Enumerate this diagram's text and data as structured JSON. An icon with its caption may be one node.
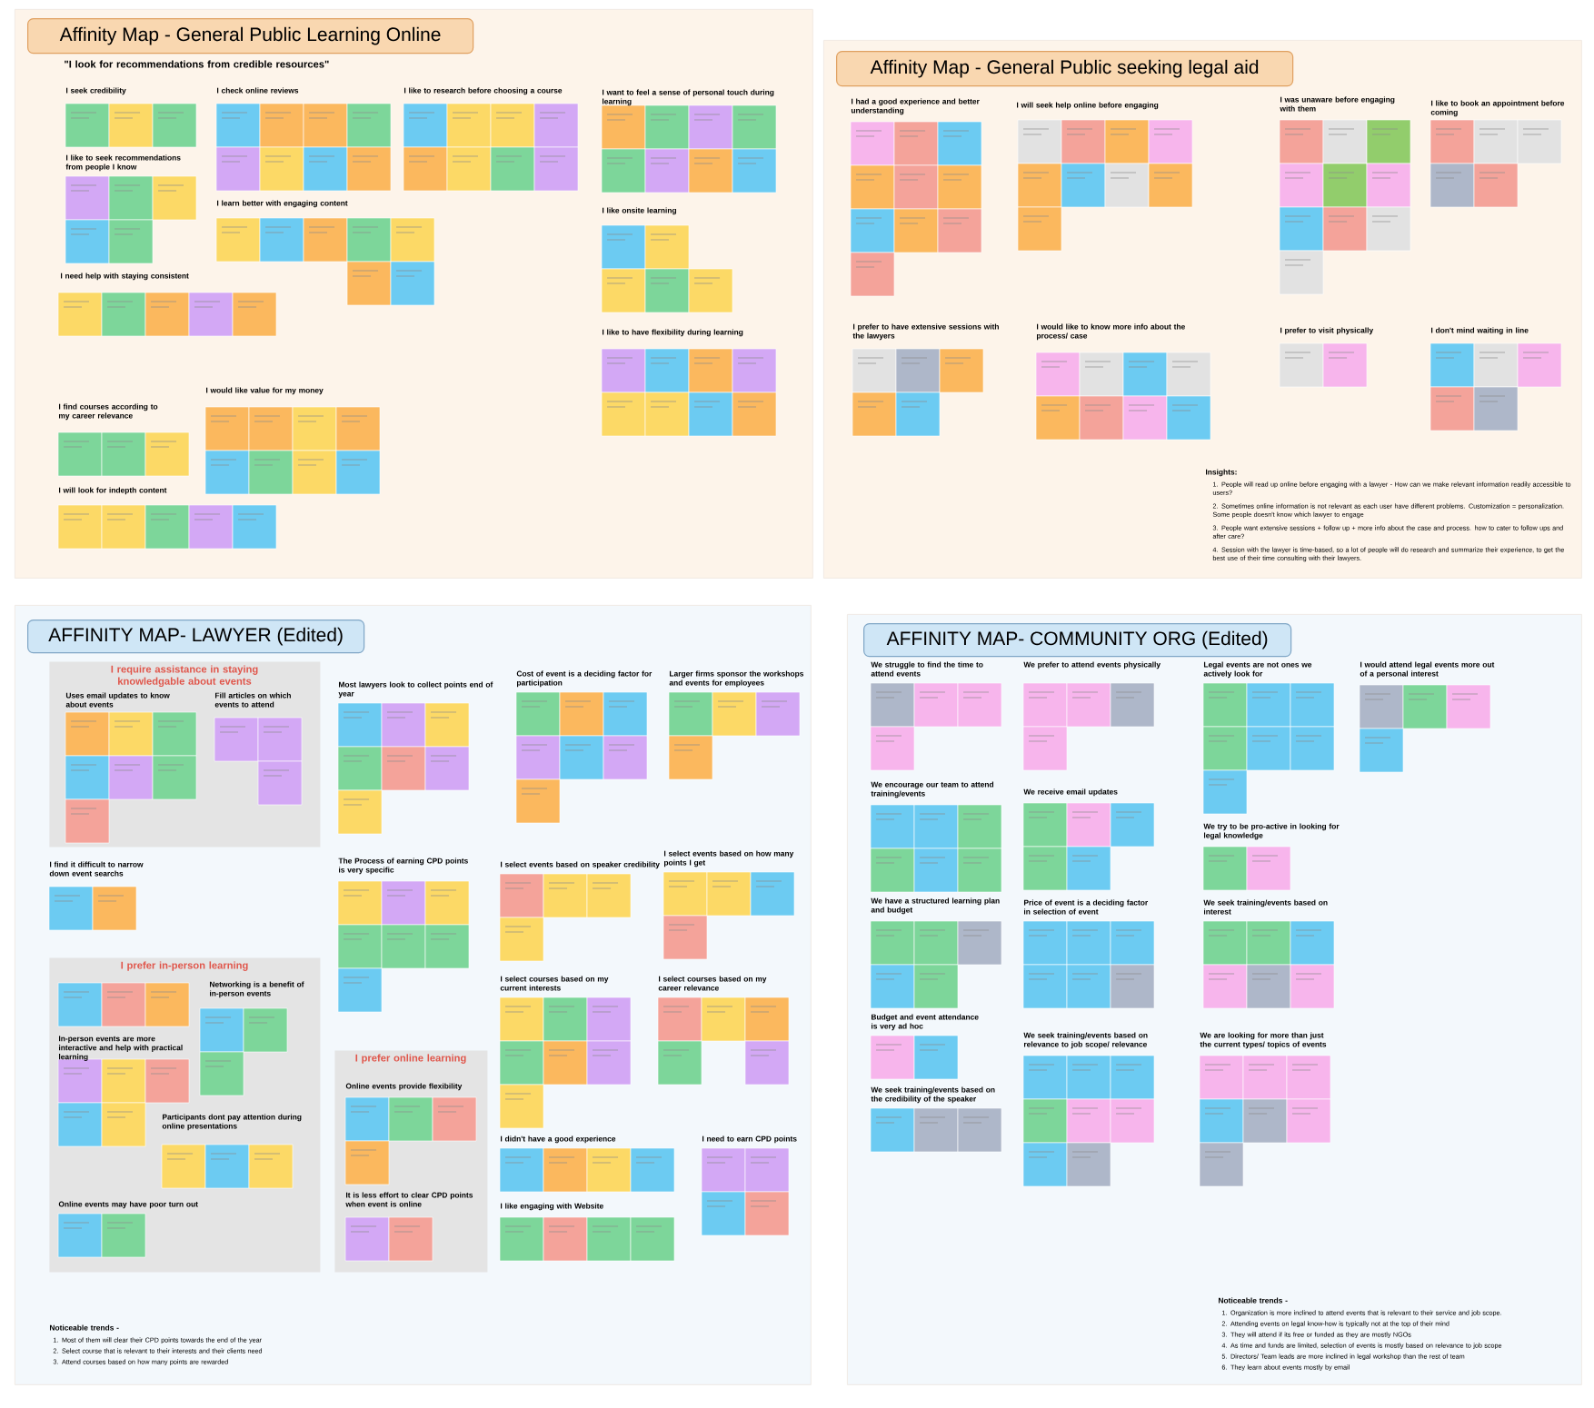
{
  "diagram": {
    "nodes": [
      {
        "text": [
          "Affinity Map - General Public Learning Online"
        ]
      },
      {
        "text": [
          "Affinity Map - General Public seeking legal aid"
        ]
      },
      {
        "text": [
          "AFFINITY MAP- LAWYER (Edited)"
        ]
      },
      {
        "text": [
          "AFFINITY MAP- COMMUNITY ORG (Edited)"
        ]
      },
      {
        "text": [
          "I require assistance in staying knowledgable about events"
        ],
        "in": 2
      },
      {
        "text": [
          "I prefer in-person learning"
        ],
        "in": 2
      },
      {
        "text": [
          "I prefer online learning"
        ],
        "in": 2
      }
    ],
    "labels": [
      "\"I look for recommendations from credible resources\"",
      "I seek credibility",
      "I check online reviews",
      "I like to research before choosing a course",
      "I want to feel a sense of personal touch during learning",
      "I like to seek recommendations from people I know",
      "I learn better with engaging content",
      "I need help with staying consistent",
      "I like onsite learning",
      "I like to have flexibility during learning",
      "I would like value for my money",
      "I find courses according to my career relevance",
      "I will look for indepth content",
      "I had a good experience and better understanding",
      "I will seek help online before engaging",
      "I was unaware before engaging with them",
      "I like to book an appointment before coming",
      "I prefer to have extensive sessions with the lawyers",
      "I would like to know more info about the process/ case",
      "I prefer to visit physically",
      "I don't mind waiting in line",
      "Insights:",
      "1. People will read up online before engaging with a lawyer - How can we make relevant information readily accessible to users?",
      "2. Sometimes online information is not relevant as each user have different problems. Customization = personalization. Some people doesn't know which lawyer to engage",
      "3. People want extensive sessions + follow up + more info about the case and process. how to cater to follow ups and after care?",
      "4. Session with the lawyer is time-based, so a lot of people will do research and summarize their experience, to get the best use of their time consulting with their lawyers.",
      "Uses email updates to know about events",
      "Fill articles on which events to attend",
      "Most lawyers look to collect points end of year",
      "Cost of event is a deciding factor for participation",
      "Larger firms sponsor the workshops and events for employees",
      "I find it difficult to narrow down event searchs",
      "The Process of earning CPD points is very specific",
      "I select events based on speaker credibility",
      "I select events based on how many points I get",
      "Networking is a benefit of in-person events",
      "In-person events are more interactive and help with practical learning",
      "I select courses based on my current interests",
      "I select courses based on my career relevance",
      "Participants dont pay attention during online presentations",
      "Online events provide flexibility",
      "I didn't have a good experience",
      "I need to earn CPD points",
      "It is less effort to clear CPD points when event is online",
      "Online events may have poor turn out",
      "I like engaging with Website",
      "Noticeable trends -",
      "1. Most of them will clear their CPD points towards the end of the year",
      "2. Select course that is relevant to their interests and their clients need",
      "3. Attend courses based on how many points are rewarded",
      "We struggle to find the time to attend events",
      "We prefer to attend events physically",
      "Legal events are not ones we actively look for",
      "I would attend legal events more out of a personal interest",
      "We encourage our team to attend training/events",
      "We receive email updates",
      "We try to be pro-active in looking for legal knowledge",
      "We have a structured learning plan and budget",
      "Price of event is a deciding factor in selection of event",
      "We seek training/events based on interest",
      "Budget and event attendance is very ad hoc",
      "We seek training/events based on relevance to job scope/ relevance",
      "We are looking for more than just the current types/ topics of events",
      "We seek training/events based on the credibility of the speaker",
      "Noticeable trends -",
      "1. Organization is more inclined to attend events that is relevant to their service and job scope.",
      "2. Attending events on legal know-how is typically not at the top of their mind",
      "3. They will attend if its free or funded as they are mostly NGOs",
      "4. As time and funds are limited, selection of events is mostly based on relevance to job scope",
      "5. Directors/ Team leads are more inclined in legal workshop than the rest of team",
      "6. They learn about events mostly by email"
    ]
  }
}
